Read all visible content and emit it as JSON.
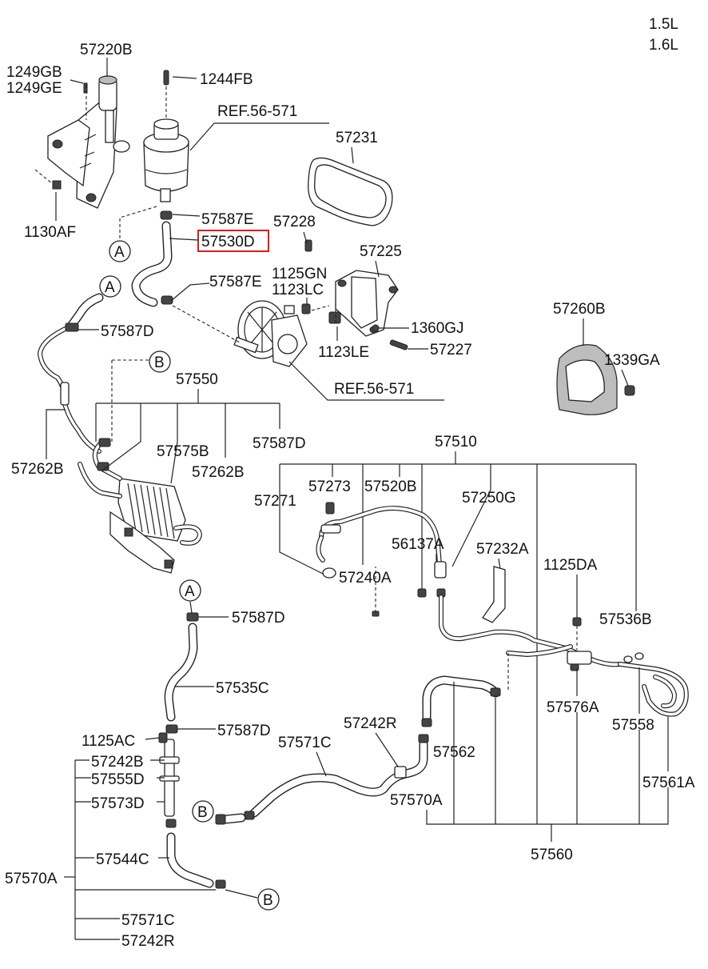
{
  "engine": {
    "line1": "1.5L",
    "line2": "1.6L"
  },
  "refs": {
    "top": "REF.56-571",
    "pump": "REF.56-571"
  },
  "markers": {
    "a": "A",
    "b": "B"
  },
  "highlight_color": "#e01b1b",
  "labels": {
    "p57220B": "57220B",
    "p1249GB": "1249GB",
    "p1249GE": "1249GE",
    "p1244FB": "1244FB",
    "p57231": "57231",
    "p1130AF": "1130AF",
    "p57587E_top": "57587E",
    "p57228": "57228",
    "p57530D": "57530D",
    "p57225": "57225",
    "p1125GN": "1125GN",
    "p1123LC": "1123LC",
    "p57587E_mid": "57587E",
    "p57587D_a": "57587D",
    "p1360GJ": "1360GJ",
    "p57260B": "57260B",
    "p1123LE": "1123LE",
    "p57227": "57227",
    "p1339GA": "1339GA",
    "p57550": "57550",
    "p57262B_left": "57262B",
    "p57575B": "57575B",
    "p57587D_b": "57587D",
    "p57262B_mid": "57262B",
    "p57510": "57510",
    "p57273": "57273",
    "p57520B": "57520B",
    "p57271": "57271",
    "p57250G": "57250G",
    "p56137A": "56137A",
    "p57232A": "57232A",
    "p57240A": "57240A",
    "p1125DA": "1125DA",
    "p57587D_c": "57587D",
    "p57536B": "57536B",
    "p57535C": "57535C",
    "p57576A": "57576A",
    "p57558": "57558",
    "p57242R_mid": "57242R",
    "p1125AC": "1125AC",
    "p57587D_d": "57587D",
    "p57571C_mid": "57571C",
    "p57242B": "57242B",
    "p57562": "57562",
    "p57555D": "57555D",
    "p57561A": "57561A",
    "p57573D": "57573D",
    "p57570A_right": "57570A",
    "p57560": "57560",
    "p57544C": "57544C",
    "p57570A_left": "57570A",
    "p57571C_bot": "57571C",
    "p57242R_bot": "57242R"
  }
}
